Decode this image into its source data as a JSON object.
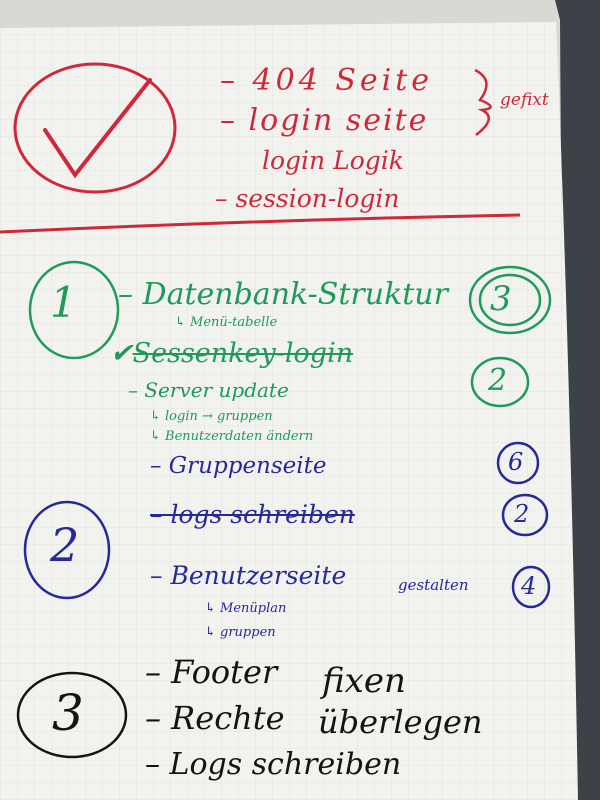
{
  "colors": {
    "red": "#d0283a",
    "green": "#1f9a5a",
    "blue": "#27289a",
    "black": "#141414",
    "paper": "#f2f2ee"
  },
  "icons": {
    "check": "checkmark-icon"
  },
  "red_section": {
    "items": [
      "– 404 Seite",
      "– login seite",
      "login Logik",
      "– session-login"
    ],
    "brace_label": "gefixt"
  },
  "green_section": {
    "priority_left": "1",
    "items": {
      "db": "– Datenbank-Struktur",
      "db_sub": "↳ Menü-tabelle",
      "session": "Sessenkey-login",
      "server": "– Server update",
      "server_sub1": "↳ login → gruppen",
      "server_sub2": "↳ Benutzerdaten ändern"
    },
    "badge_db": "3",
    "badge_session": "2"
  },
  "blue_section": {
    "priority_left": "2",
    "items": {
      "gruppen": "– Gruppenseite",
      "logs": "– logs schreiben",
      "benutzer": "– Benutzerseite",
      "benutzer_tail": "gestalten",
      "sub1": "↳ Menüplan",
      "sub2": "↳ gruppen"
    },
    "badge_gruppen": "6",
    "badge_logs": "2",
    "badge_benutzer": "4"
  },
  "black_section": {
    "priority_left": "3",
    "items": {
      "footer": "– Footer",
      "footer_tail": "fixen",
      "rechte": "– Rechte",
      "rechte_tail": "überlegen",
      "logs": "– Logs schreiben"
    }
  }
}
